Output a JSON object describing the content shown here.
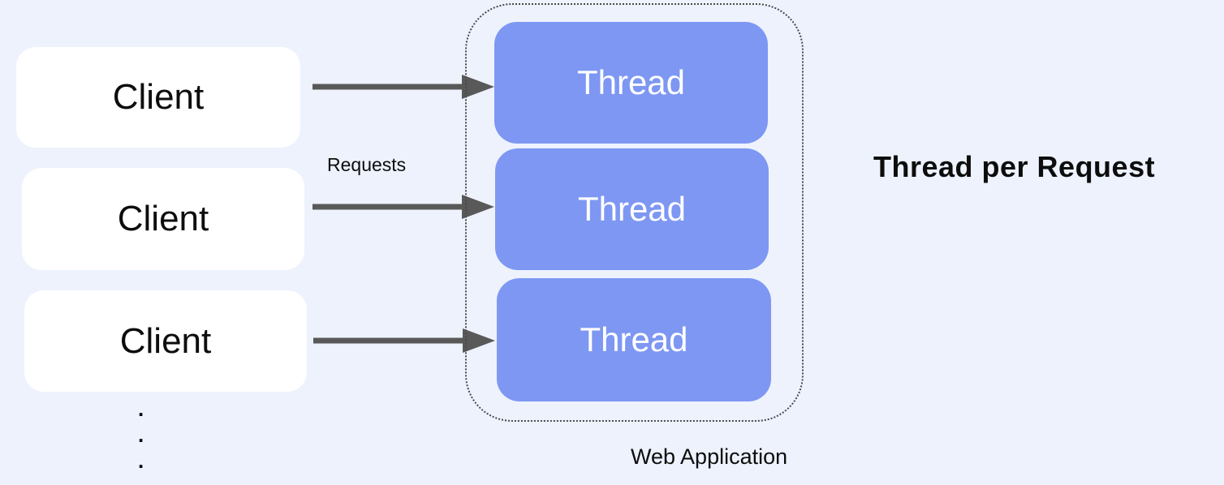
{
  "colors": {
    "page_bg": "#edf2fd",
    "client_box_bg": "#ffffff",
    "thread_box_bg": "#7e97f3",
    "arrow": "#595959",
    "container_border": "#4a4a4a",
    "text_dark": "#0d0d0d",
    "text_light": "#ffffff"
  },
  "diagram": {
    "title": "Thread per Request",
    "clients": [
      {
        "label": "Client"
      },
      {
        "label": "Client"
      },
      {
        "label": "Client"
      }
    ],
    "requests_label": "Requests",
    "threads": [
      {
        "label": "Thread"
      },
      {
        "label": "Thread"
      },
      {
        "label": "Thread"
      }
    ],
    "container_label": "Web Application",
    "ellipsis": [
      ".",
      ".",
      "."
    ]
  }
}
